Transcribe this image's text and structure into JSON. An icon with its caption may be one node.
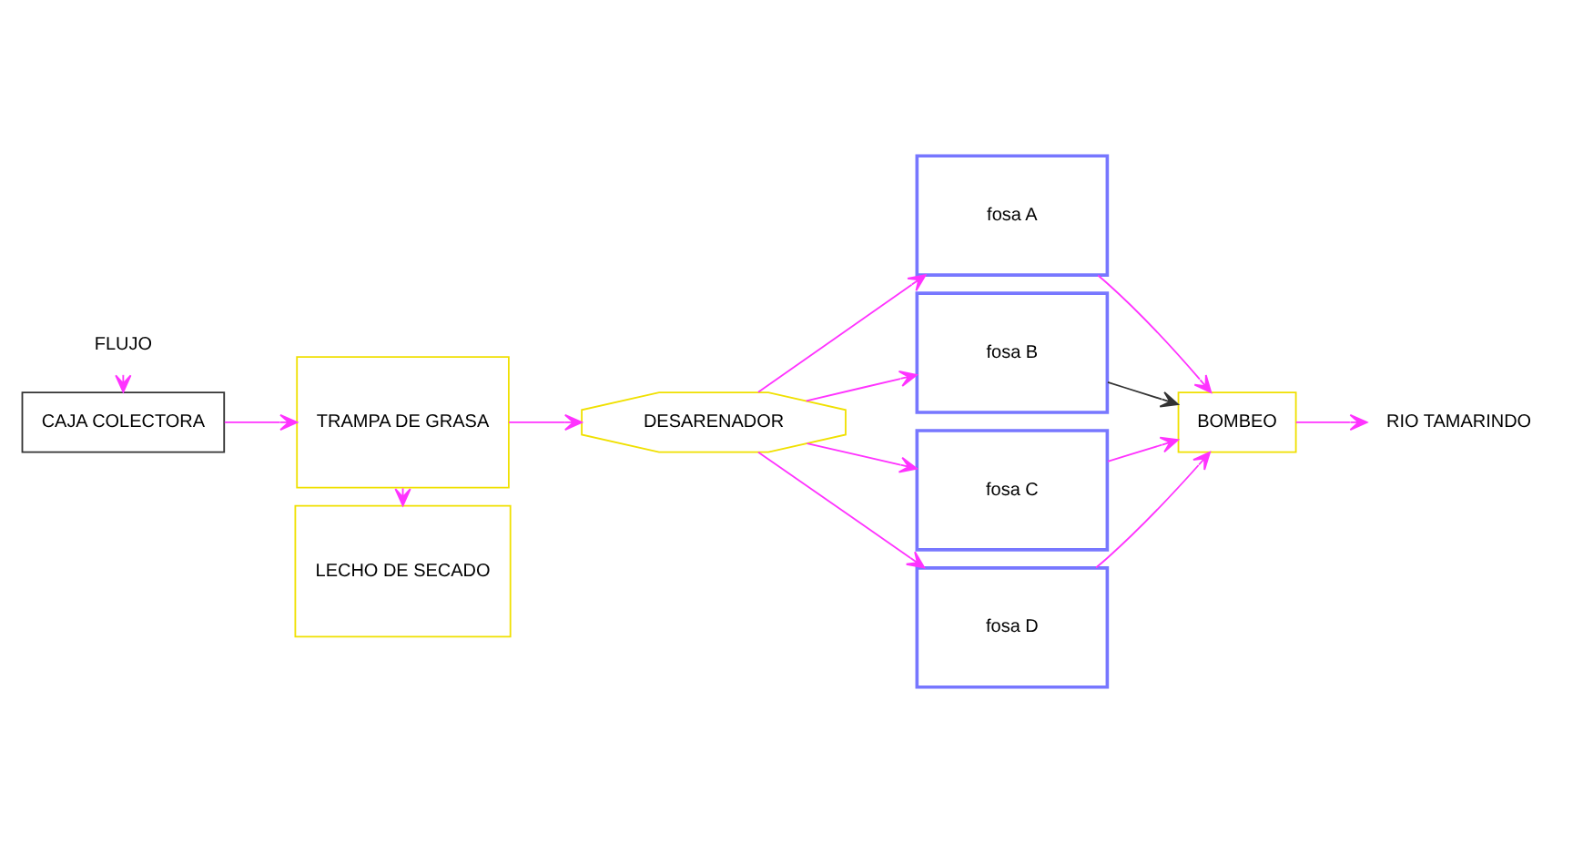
{
  "diagram": {
    "nodes": [
      {
        "text": [
          "FLUJO"
        ]
      },
      {
        "text": [
          "CAJA COLECTORA"
        ]
      },
      {
        "text": [
          "TRAMPA DE GRASA"
        ]
      },
      {
        "text": [
          "LECHO DE SECADO"
        ]
      },
      {
        "text": [
          "DESARENADOR"
        ]
      },
      {
        "text": [
          "fosa A"
        ]
      },
      {
        "text": [
          "fosa B"
        ]
      },
      {
        "text": [
          "fosa C"
        ]
      },
      {
        "text": [
          "fosa D"
        ]
      },
      {
        "text": [
          "BOMBEO"
        ]
      },
      {
        "text": [
          "RIO TAMARINDO"
        ]
      }
    ],
    "edges": [
      {
        "from": 0,
        "to": 1,
        "arrow": "to"
      },
      {
        "from": 1,
        "to": 2,
        "arrow": "to"
      },
      {
        "from": 2,
        "to": 3,
        "arrow": "to"
      },
      {
        "from": 2,
        "to": 4,
        "arrow": "to"
      },
      {
        "from": 4,
        "to": 5,
        "arrow": "to"
      },
      {
        "from": 4,
        "to": 6,
        "arrow": "to"
      },
      {
        "from": 4,
        "to": 7,
        "arrow": "to"
      },
      {
        "from": 4,
        "to": 8,
        "arrow": "to"
      },
      {
        "from": 5,
        "to": 9,
        "arrow": "to"
      },
      {
        "from": 6,
        "to": 9,
        "arrow": "to",
        "color": "#333333"
      },
      {
        "from": 7,
        "to": 9,
        "arrow": "to"
      },
      {
        "from": 8,
        "to": 9,
        "arrow": "to"
      },
      {
        "from": 9,
        "to": 10,
        "arrow": "to"
      }
    ]
  }
}
